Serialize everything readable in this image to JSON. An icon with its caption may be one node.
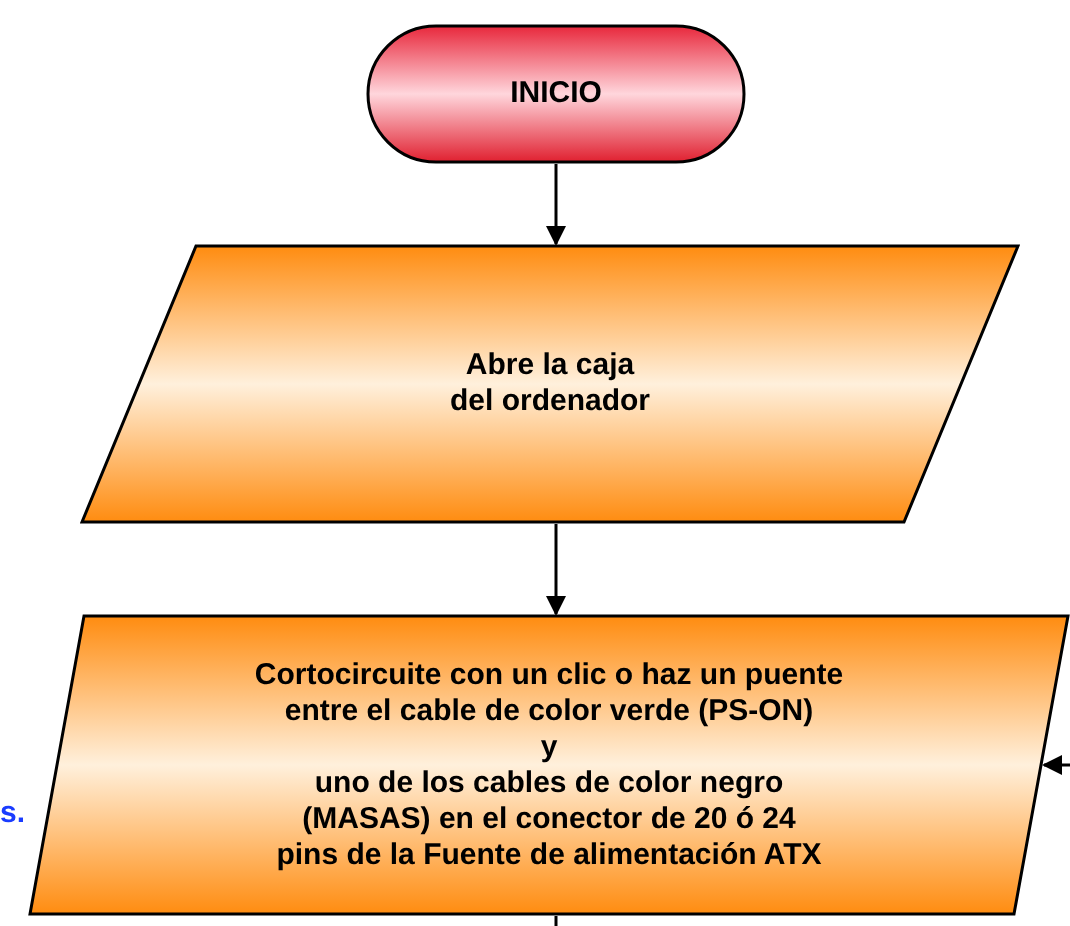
{
  "diagram": {
    "nodes": [
      {
        "text": [
          "INICIO"
        ]
      },
      {
        "text": [
          "Abre la caja del ordenador"
        ]
      },
      {
        "text": [
          "Cortocircuite con un clic o haz un puente entre el cable de color verde (PS-ON)",
          "y",
          "uno de los cables de color negro (MASAS) en el conector de 20 ó 24 pins de la Fuente de alimentación ATX"
        ]
      }
    ],
    "edges": [
      {
        "from": 0,
        "to": 1,
        "arrow": "to"
      },
      {
        "from": 1,
        "to": 2,
        "arrow": "to"
      },
      {
        "from": 2,
        "to": null,
        "arrow": "none"
      },
      {
        "from": null,
        "to": 2,
        "arrow": "to"
      }
    ],
    "labels": [
      "s."
    ]
  }
}
